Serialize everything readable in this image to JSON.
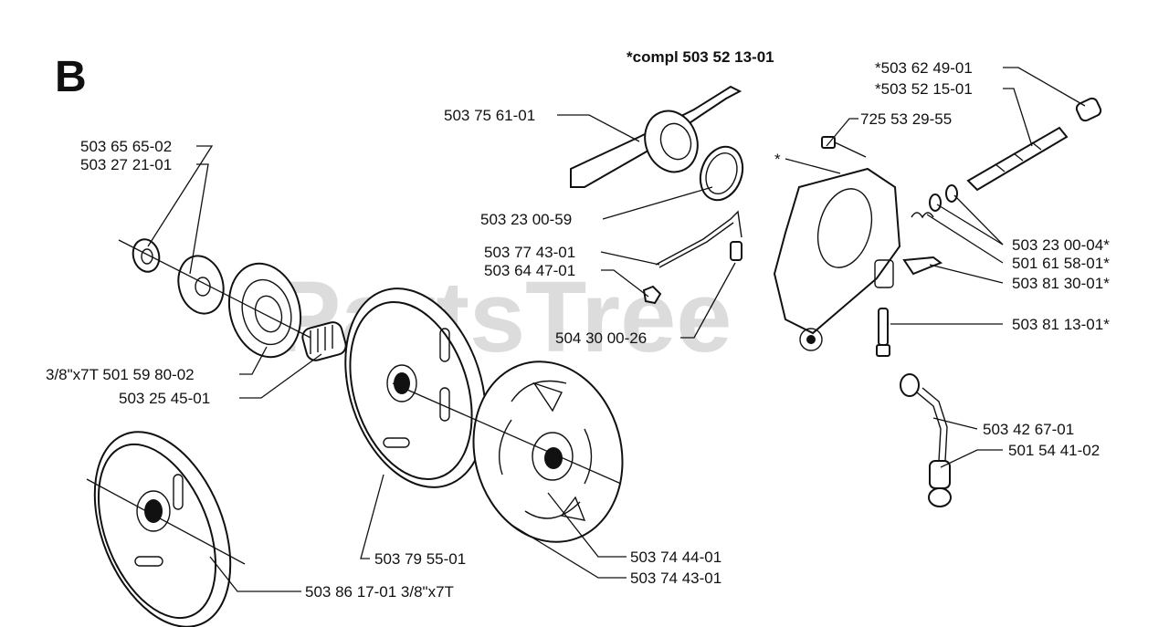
{
  "section_letter": "B",
  "watermark": "PartsTree",
  "callouts": {
    "compl": "*compl 503 52 13-01",
    "p503756101": "503 75 61-01",
    "p503656502": "503 65 65-02",
    "p503272101": "503 27 21-01",
    "p503230059": "503 23 00-59",
    "p503774301": "503 77 43-01",
    "p503644701": "503 64 47-01",
    "p504300026": "504 30 00-26",
    "p725532955": "725 53 29-55",
    "star": "*",
    "p503624901": "*503 62 49-01",
    "p503521501": "*503 52 15-01",
    "p503230004": "503 23 00-04*",
    "p501615801": "501 61 58-01*",
    "p503813001": "503 81 30-01*",
    "p503811301": "503 81 13-01*",
    "p503426701": "503 42 67-01",
    "p501544102": "501 54 41-02",
    "p501598002": "3/8\"x7T 501 59 80-02",
    "p503254501": "503 25 45-01",
    "p503795501": "503 79 55-01",
    "p503744401": "503 74 44-01",
    "p503744301": "503 74 43-01",
    "p503861701": "503 86 17-01 3/8\"x7T"
  }
}
